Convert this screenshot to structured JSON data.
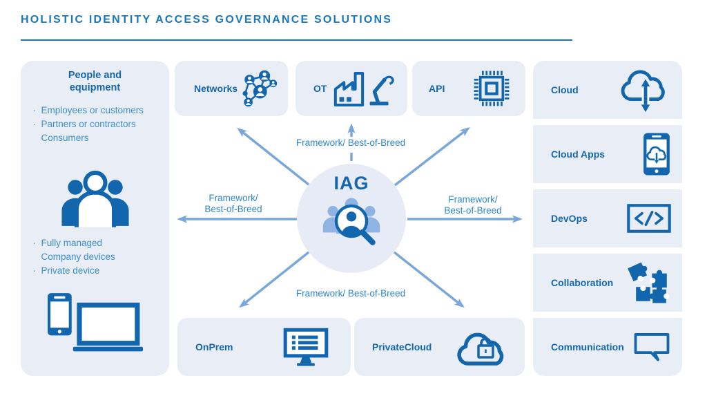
{
  "title": "HOLISTIC IDENTITY ACCESS GOVERNANCE SOLUTIONS",
  "colors": {
    "title_blue": "#1777c0",
    "label_blue": "#1467ae",
    "icon_blue": "#1266ae",
    "body_text_blue": "#3d8fce",
    "arrow_blue": "#7aa7da",
    "box_background": "#e9edf6",
    "circle_background": "#e6ebf6",
    "light_people_blue": "#8fb3e2"
  },
  "left_panel": {
    "heading": "People and equipment",
    "bullets1": [
      {
        "marker": "·",
        "text": "Employees or customers"
      },
      {
        "marker": "·",
        "text": "Partners or contractors"
      },
      {
        "marker": "",
        "text": "Consumers"
      }
    ],
    "bullets2": [
      {
        "marker": "·",
        "text": "Fully managed"
      },
      {
        "marker": "",
        "text": "Company devices"
      },
      {
        "marker": "·",
        "text": "Private device"
      }
    ],
    "icons": [
      "people-group-icon",
      "phone-laptop-icon"
    ]
  },
  "center": {
    "label": "IAG",
    "icon": "people-search-icon"
  },
  "connector_labels": {
    "top": "Framework/ Best-of-Breed",
    "bottom": "Framework/ Best-of-Breed",
    "left_line1": "Framework/",
    "left_line2": "Best-of-Breed",
    "right_line1": "Framework/",
    "right_line2": "Best-of-Breed"
  },
  "nodes": {
    "networks": {
      "label": "Networks",
      "icon": "network-users-icon"
    },
    "ot": {
      "label": "OT",
      "icon": "factory-robot-arm-icon"
    },
    "api": {
      "label": "API",
      "icon": "cpu-chip-icon"
    },
    "cloud": {
      "label": "Cloud",
      "icon": "cloud-sync-arrows-icon"
    },
    "cloud_apps": {
      "label": "Cloud Apps",
      "icon": "mobile-cloud-icon"
    },
    "devops": {
      "label": "DevOps",
      "icon": "code-window-icon"
    },
    "collaboration": {
      "label": "Collaboration",
      "icon": "puzzle-pieces-icon"
    },
    "communication": {
      "label": "Communication",
      "icon": "speech-bubble-icon"
    },
    "onprem": {
      "label": "OnPrem",
      "icon": "monitor-list-icon"
    },
    "private_cloud": {
      "label": "PrivateCloud",
      "icon": "cloud-lock-icon"
    }
  }
}
